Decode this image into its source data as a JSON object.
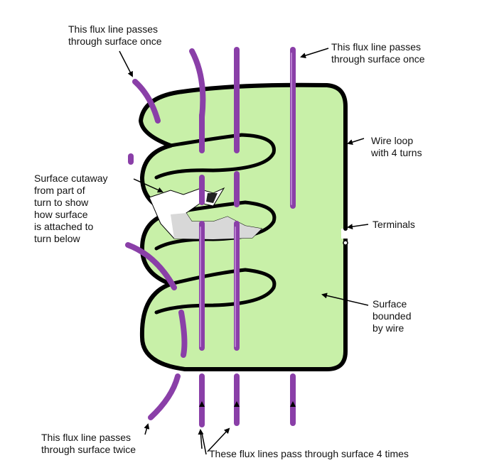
{
  "labels": {
    "flux_top_left": "This flux line passes\nthrough surface once",
    "flux_top_right": "This flux line passes\nthrough surface once",
    "wire_loop": "Wire loop\nwith 4 turns",
    "cutaway": "Surface cutaway\nfrom part of\nturn to show\nhow surface\nis attached to\nturn below",
    "terminals": "Terminals",
    "surface": "Surface\nbounded\nby wire",
    "flux_bottom_left": "This flux line passes\nthrough surface twice",
    "flux_bottom_center": "These flux lines pass through surface 4 times"
  },
  "colors": {
    "surface_fill": "#c8f0a8",
    "wire": "#000000",
    "flux_line": "#8a3fa8",
    "flux_highlight": "#b87fd0",
    "text": "#111111"
  }
}
